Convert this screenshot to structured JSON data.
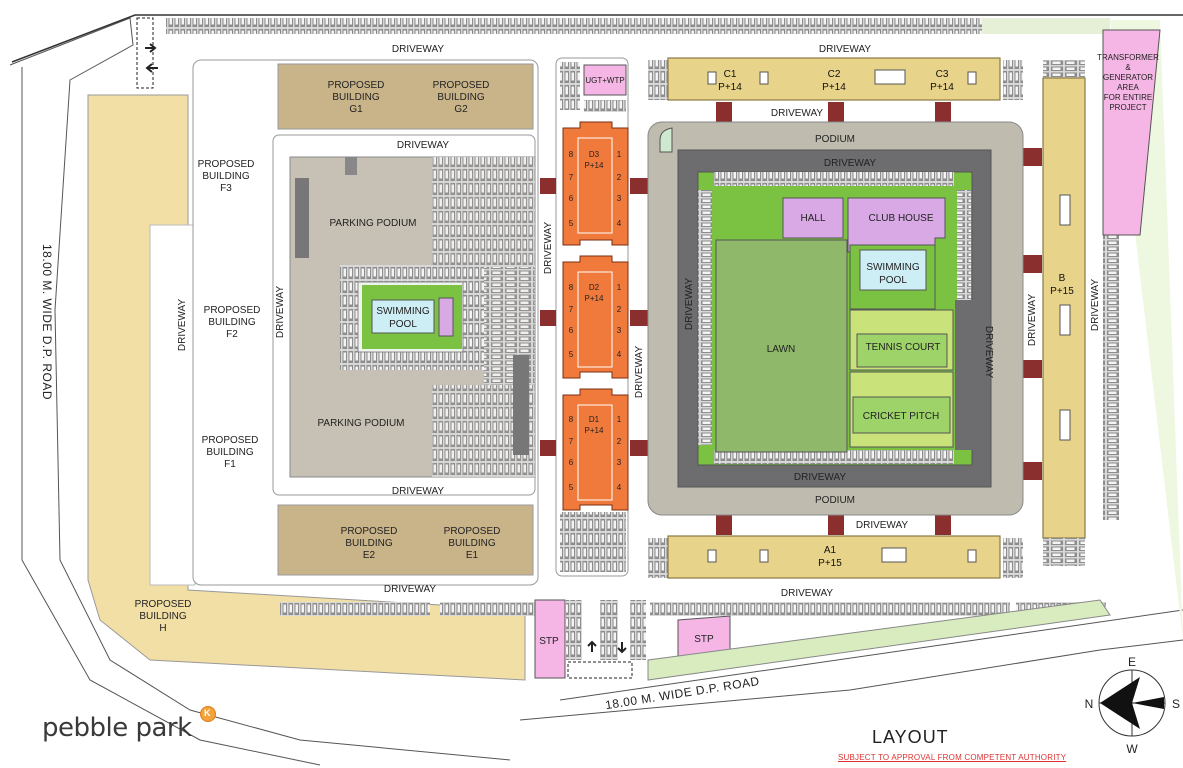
{
  "brand": {
    "name": "pebble park",
    "mark": "K"
  },
  "title": "LAYOUT",
  "note": "SUBJECT TO APPROVAL FROM COMPETENT AUTHORITY",
  "roads": {
    "west": "18.00 M. WIDE D.P. ROAD",
    "south": "18.00 M. WIDE D.P. ROAD"
  },
  "compass": {
    "n": "N",
    "e": "E",
    "s": "S",
    "w": "W"
  },
  "labels": {
    "driveway": "DRIVEWAY",
    "podium": "PODIUM",
    "parking_podium": "PARKING PODIUM",
    "swimming": "SWIMMING",
    "pool": "POOL",
    "lawn": "LAWN",
    "hall": "HALL",
    "club_house": "CLUB HOUSE",
    "tennis_court": "TENNIS COURT",
    "cricket_pitch": "CRICKET PITCH",
    "stp": "STP",
    "ugt_wtp": "UGT+WTP",
    "proposed": "PROPOSED",
    "building": "BUILDING",
    "transformer_1": "TRANSFORMER",
    "transformer_2": "&",
    "transformer_3": "GENERATOR",
    "transformer_4": "AREA",
    "transformer_5": "FOR ENTIRE",
    "transformer_6": "PROJECT"
  },
  "proposed_buildings": {
    "g1": "G1",
    "g2": "G2",
    "f3": "F3",
    "f2": "F2",
    "f1": "F1",
    "e2": "E2",
    "e1": "E1",
    "h": "H"
  },
  "towers": {
    "c1": {
      "name": "C1",
      "floors": "P+14"
    },
    "c2": {
      "name": "C2",
      "floors": "P+14"
    },
    "c3": {
      "name": "C3",
      "floors": "P+14"
    },
    "a1": {
      "name": "A1",
      "floors": "P+15"
    },
    "b": {
      "name": "B",
      "floors": "P+15"
    },
    "d1": {
      "name": "D1",
      "floors": "P+14"
    },
    "d2": {
      "name": "D2",
      "floors": "P+14"
    },
    "d3": {
      "name": "D3",
      "floors": "P+14"
    }
  },
  "d_wing_numbers": {
    "n1": "1",
    "n2": "2",
    "n3": "3",
    "n4": "4",
    "n5": "5",
    "n6": "6",
    "n7": "7",
    "n8": "8"
  },
  "colors": {
    "proposed_fill": "#f2dfa6",
    "proposed_dark": "#c9b48a",
    "tower_fill": "#e8d38a",
    "d_tower": "#f07a3c",
    "lawn": "#8fb86a",
    "green": "#7cc242",
    "light_green": "#c9e27a",
    "lilac": "#d9a9e6",
    "pink": "#f5b6e6",
    "podium": "#bfbcaf",
    "driveway_dark": "#6d6d70",
    "maroon": "#8a2e2e",
    "pool": "#cdeef4"
  }
}
